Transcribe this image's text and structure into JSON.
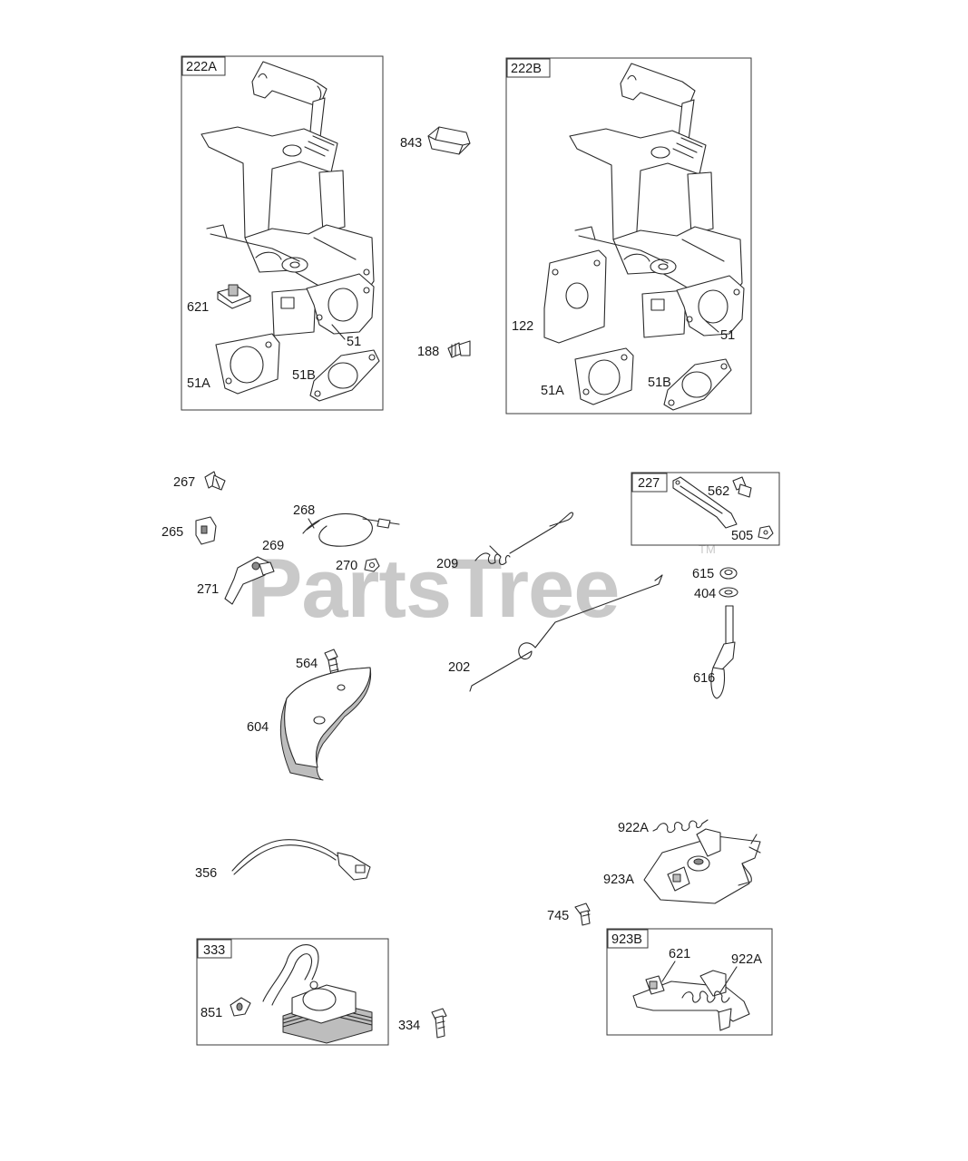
{
  "watermark": {
    "text": "PartsTree",
    "trademark": "TM"
  },
  "groups": {
    "g222A": {
      "tag": "222A",
      "labels": {
        "p621": "621",
        "p51": "51",
        "p51A": "51A",
        "p51B": "51B"
      }
    },
    "g222B": {
      "tag": "222B",
      "labels": {
        "p122": "122",
        "p51": "51",
        "p51A": "51A",
        "p51B": "51B"
      }
    },
    "g227": {
      "tag": "227",
      "labels": {
        "p562": "562",
        "p505": "505"
      }
    },
    "g333": {
      "tag": "333",
      "labels": {
        "p851": "851"
      }
    },
    "g923B": {
      "tag": "923B",
      "labels": {
        "p621": "621",
        "p922A": "922A"
      }
    }
  },
  "parts": {
    "p843": "843",
    "p188": "188",
    "p267": "267",
    "p265": "265",
    "p268": "268",
    "p269": "269",
    "p270": "270",
    "p271": "271",
    "p209": "209",
    "p615": "615",
    "p404": "404",
    "p202": "202",
    "p616": "616",
    "p564": "564",
    "p604": "604",
    "p356": "356",
    "p922A": "922A",
    "p923A": "923A",
    "p745": "745",
    "p334": "334"
  }
}
